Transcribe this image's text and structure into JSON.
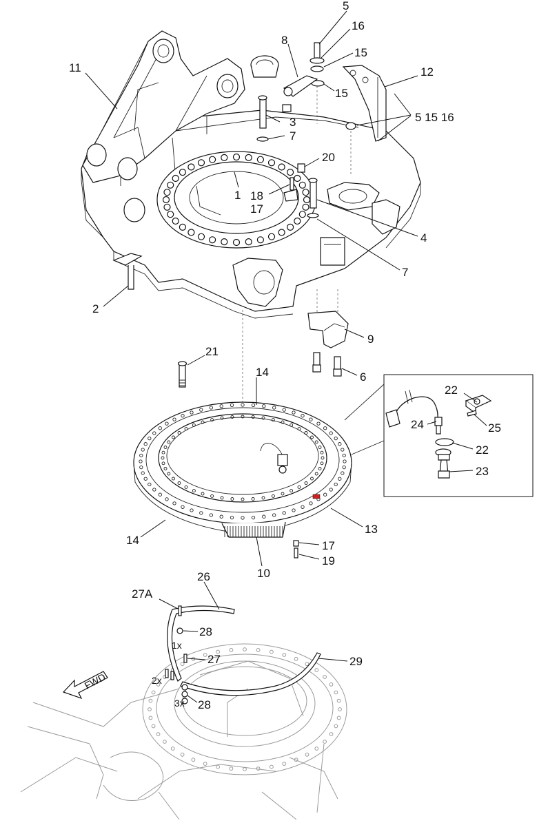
{
  "callouts": {
    "c5_top": "5",
    "c16_top": "16",
    "c8": "8",
    "c15_a": "15",
    "c15_b": "15",
    "c11": "11",
    "c12": "12",
    "c5_15_16": "5 15 16",
    "c3": "3",
    "c7_a": "7",
    "c20": "20",
    "c1": "1",
    "c18": "18",
    "c17_a": "17",
    "c4": "4",
    "c7_b": "7",
    "c2": "2",
    "c9": "9",
    "c21": "21",
    "c6": "6",
    "c14_top": "14",
    "c22_a": "22",
    "c24": "24",
    "c25": "25",
    "c22_b": "22",
    "c23": "23",
    "c13": "13",
    "c14_left": "14",
    "c17_b": "17",
    "c19": "19",
    "c10": "10",
    "c26": "26",
    "c27a": "27A",
    "c28_a": "28",
    "qty_1x": "1x",
    "c27": "27",
    "c29": "29",
    "qty_2x": "2x",
    "qty_3x": "3x",
    "c28_b": "28",
    "fwd": "FWD"
  },
  "colors": {
    "line": "#111111",
    "highlight": "#cc2222",
    "background": "#ffffff"
  }
}
